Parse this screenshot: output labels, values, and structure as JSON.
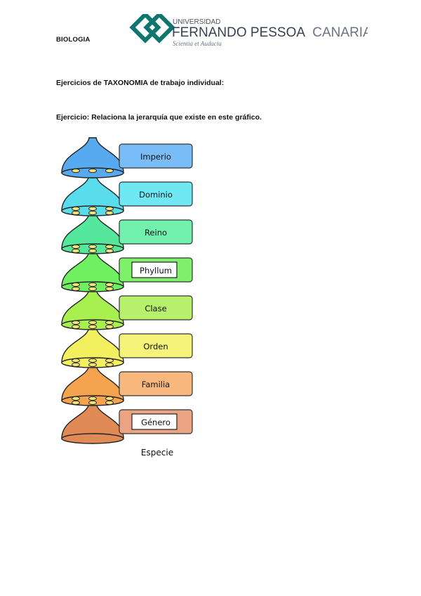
{
  "header": {
    "subject": "BIOLOGIA",
    "logo": {
      "line1": "UNIVERSIDAD",
      "line2a": "FERNANDO PESSOA",
      "line2b": "CANARIAS",
      "motto": "Scientia et Audacia",
      "colors": {
        "teal": "#0f766e",
        "gray": "#6b7280"
      }
    }
  },
  "document": {
    "title": "Ejercicios de TAXONOMIA de trabajo individual:",
    "instruction": "Ejercicio: Relaciona la jerarquía que existe en este gráfico."
  },
  "diagram": {
    "levels": [
      {
        "label": "Imperio",
        "fill": "#57a9f0",
        "box": "#78bdf7",
        "seeds": 3,
        "answer_box": false
      },
      {
        "label": "Dominio",
        "fill": "#59dcec",
        "box": "#6fe8f3",
        "seeds": 6,
        "answer_box": false
      },
      {
        "label": "Reino",
        "fill": "#55e89c",
        "box": "#72f0ae",
        "seeds": 6,
        "answer_box": false
      },
      {
        "label": "Phyllum",
        "fill": "#6ff060",
        "box": "#7ff06a",
        "seeds": 6,
        "answer_box": true
      },
      {
        "label": "Clase",
        "fill": "#a8f050",
        "box": "#b6f06c",
        "seeds": 6,
        "answer_box": false
      },
      {
        "label": "Orden",
        "fill": "#f3f060",
        "box": "#f6f37a",
        "seeds": 6,
        "answer_box": false
      },
      {
        "label": "Familia",
        "fill": "#f5a34e",
        "box": "#f8b77c",
        "seeds": 6,
        "answer_box": false
      },
      {
        "label": "Género",
        "fill": "#e08a55",
        "box": "#eaa483",
        "seeds": 0,
        "answer_box": true
      }
    ],
    "bottom_label": "Especie",
    "seed_color": "#f2e27a"
  }
}
